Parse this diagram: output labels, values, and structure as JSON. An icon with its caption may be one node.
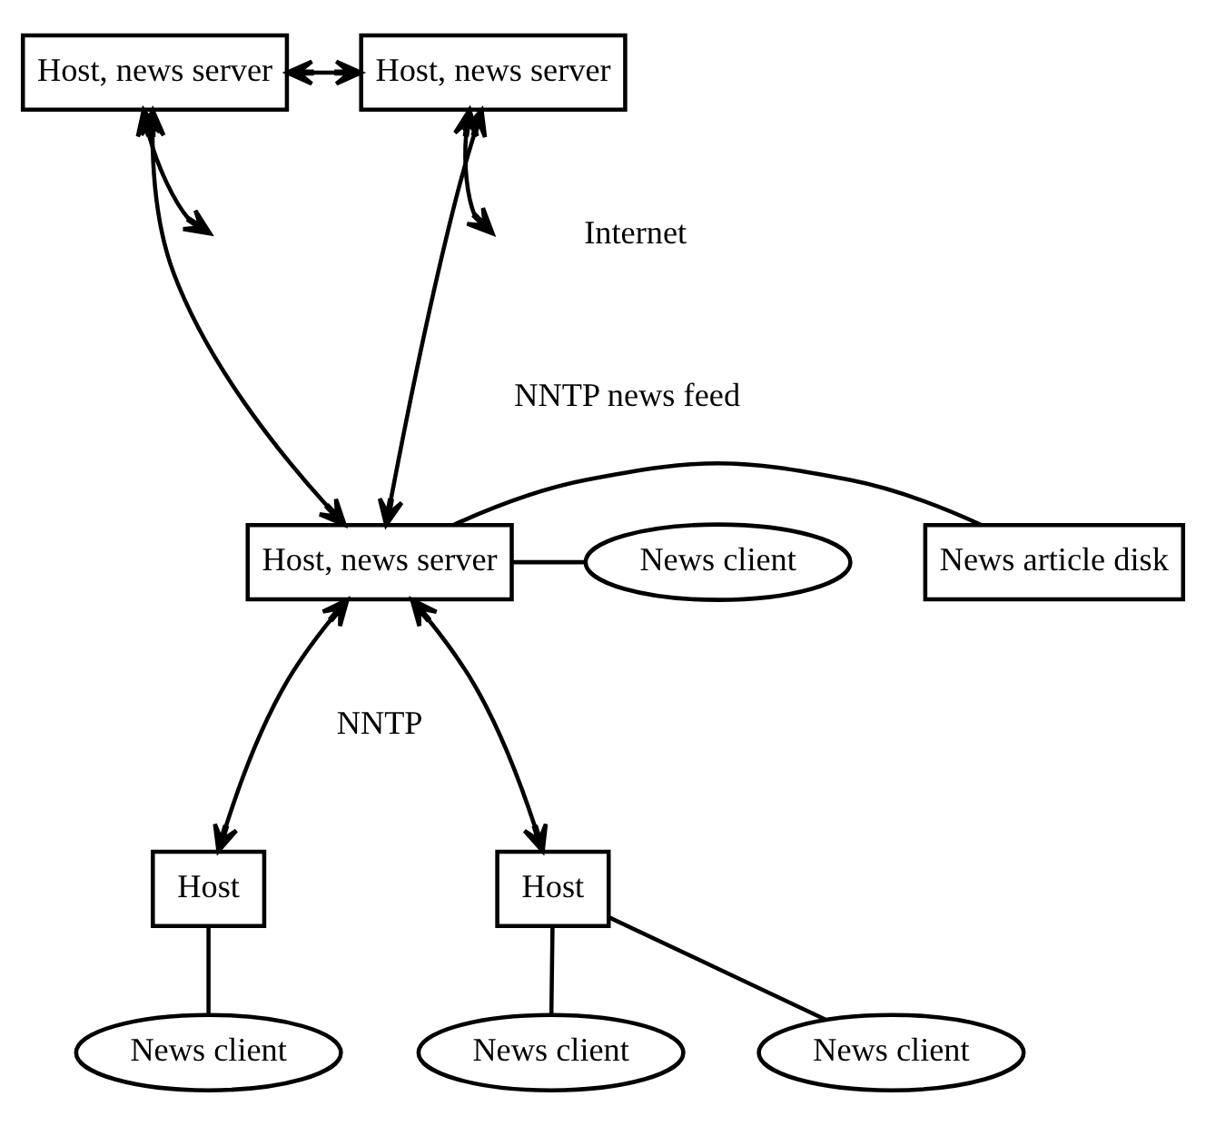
{
  "diagram": {
    "nodes": [
      {
        "text": [
          "Host, news server"
        ]
      },
      {
        "text": [
          "Host, news server"
        ]
      },
      {
        "text": [
          "Host, news server"
        ]
      },
      {
        "text": [
          "News article disk"
        ]
      },
      {
        "text": [
          "News client"
        ]
      },
      {
        "text": [
          "Host"
        ]
      },
      {
        "text": [
          "Host"
        ]
      },
      {
        "text": [
          "News client"
        ]
      },
      {
        "text": [
          "News client"
        ]
      },
      {
        "text": [
          "News client"
        ]
      }
    ],
    "edges": [
      {
        "from": 0,
        "to": null,
        "arrow": "both"
      },
      {
        "from": null,
        "to": 1,
        "arrow": "both"
      },
      {
        "from": 0,
        "to": 1,
        "arrow": "both"
      },
      {
        "from": 0,
        "to": 2,
        "arrow": "both"
      },
      {
        "from": 1,
        "to": 2,
        "arrow": "both"
      },
      {
        "from": 3,
        "to": 2,
        "arrow": "none"
      },
      {
        "from": 2,
        "to": 4,
        "arrow": "none"
      },
      {
        "from": 2,
        "to": 5,
        "arrow": "both"
      },
      {
        "from": 2,
        "to": 6,
        "arrow": "both"
      },
      {
        "from": 5,
        "to": 7,
        "arrow": "none"
      },
      {
        "from": 6,
        "to": 8,
        "arrow": "none"
      },
      {
        "from": 6,
        "to": 9,
        "arrow": "none"
      }
    ],
    "labels": [
      "Internet",
      "NNTP news feed",
      "NNTP"
    ]
  }
}
